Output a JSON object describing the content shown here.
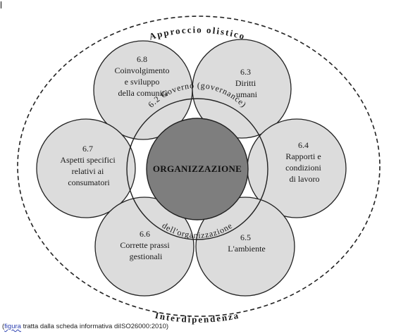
{
  "diagram": {
    "outer_top_label": "Approccio olistico",
    "outer_bottom_label": "Interdipendenza",
    "center_label": "ORGANIZZAZIONE",
    "governance_top_label": "6.2 Governo (governance)",
    "governance_bottom_label": "dell'organizzazione",
    "petals": [
      {
        "id": "6.8",
        "lines": [
          "6.8",
          "Coinvolgimento",
          "e sviluppo",
          "della comunità"
        ]
      },
      {
        "id": "6.3",
        "lines": [
          "6.3",
          "Diritti",
          "umani"
        ]
      },
      {
        "id": "6.4",
        "lines": [
          "6.4",
          "Rapporti e",
          "condizioni",
          "di lavoro"
        ]
      },
      {
        "id": "6.5",
        "lines": [
          "6.5",
          "L'ambiente"
        ]
      },
      {
        "id": "6.6",
        "lines": [
          "6.6",
          "Corrette prassi",
          "gestionali"
        ]
      },
      {
        "id": "6.7",
        "lines": [
          "6.7",
          "Aspetti specifici",
          "relativi ai",
          "consumatori"
        ]
      }
    ],
    "colors": {
      "petal_fill": "#dcdcdc",
      "center_fill": "#7e7e7e",
      "stroke": "#222222"
    }
  },
  "caption": {
    "prefix": "(",
    "link_text": "figura",
    "rest": " tratta dalla scheda informativa diISO26000:2010)"
  }
}
